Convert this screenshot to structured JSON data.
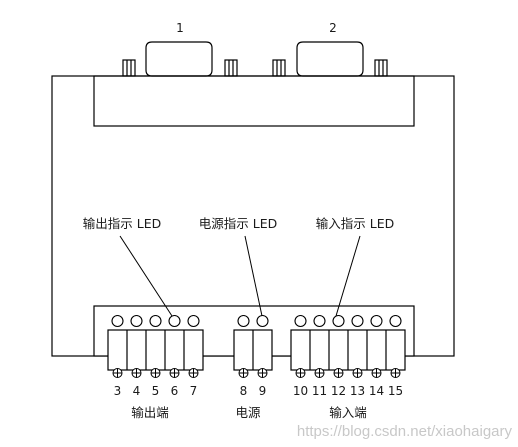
{
  "connectors": [
    {
      "label": "1"
    },
    {
      "label": "2"
    }
  ],
  "indicators": [
    {
      "label": "输出指示 LED"
    },
    {
      "label": "电源指示 LED"
    },
    {
      "label": "输入指示 LED"
    }
  ],
  "terminal_groups": [
    {
      "label": "输出端",
      "pins": [
        "3",
        "4",
        "5",
        "6",
        "7"
      ]
    },
    {
      "label": "电源",
      "pins": [
        "8",
        "9"
      ]
    },
    {
      "label": "输入端",
      "pins": [
        "10",
        "11",
        "12",
        "13",
        "14",
        "15"
      ]
    }
  ],
  "watermark": "https://blog.csdn.net/xiaohaigary"
}
